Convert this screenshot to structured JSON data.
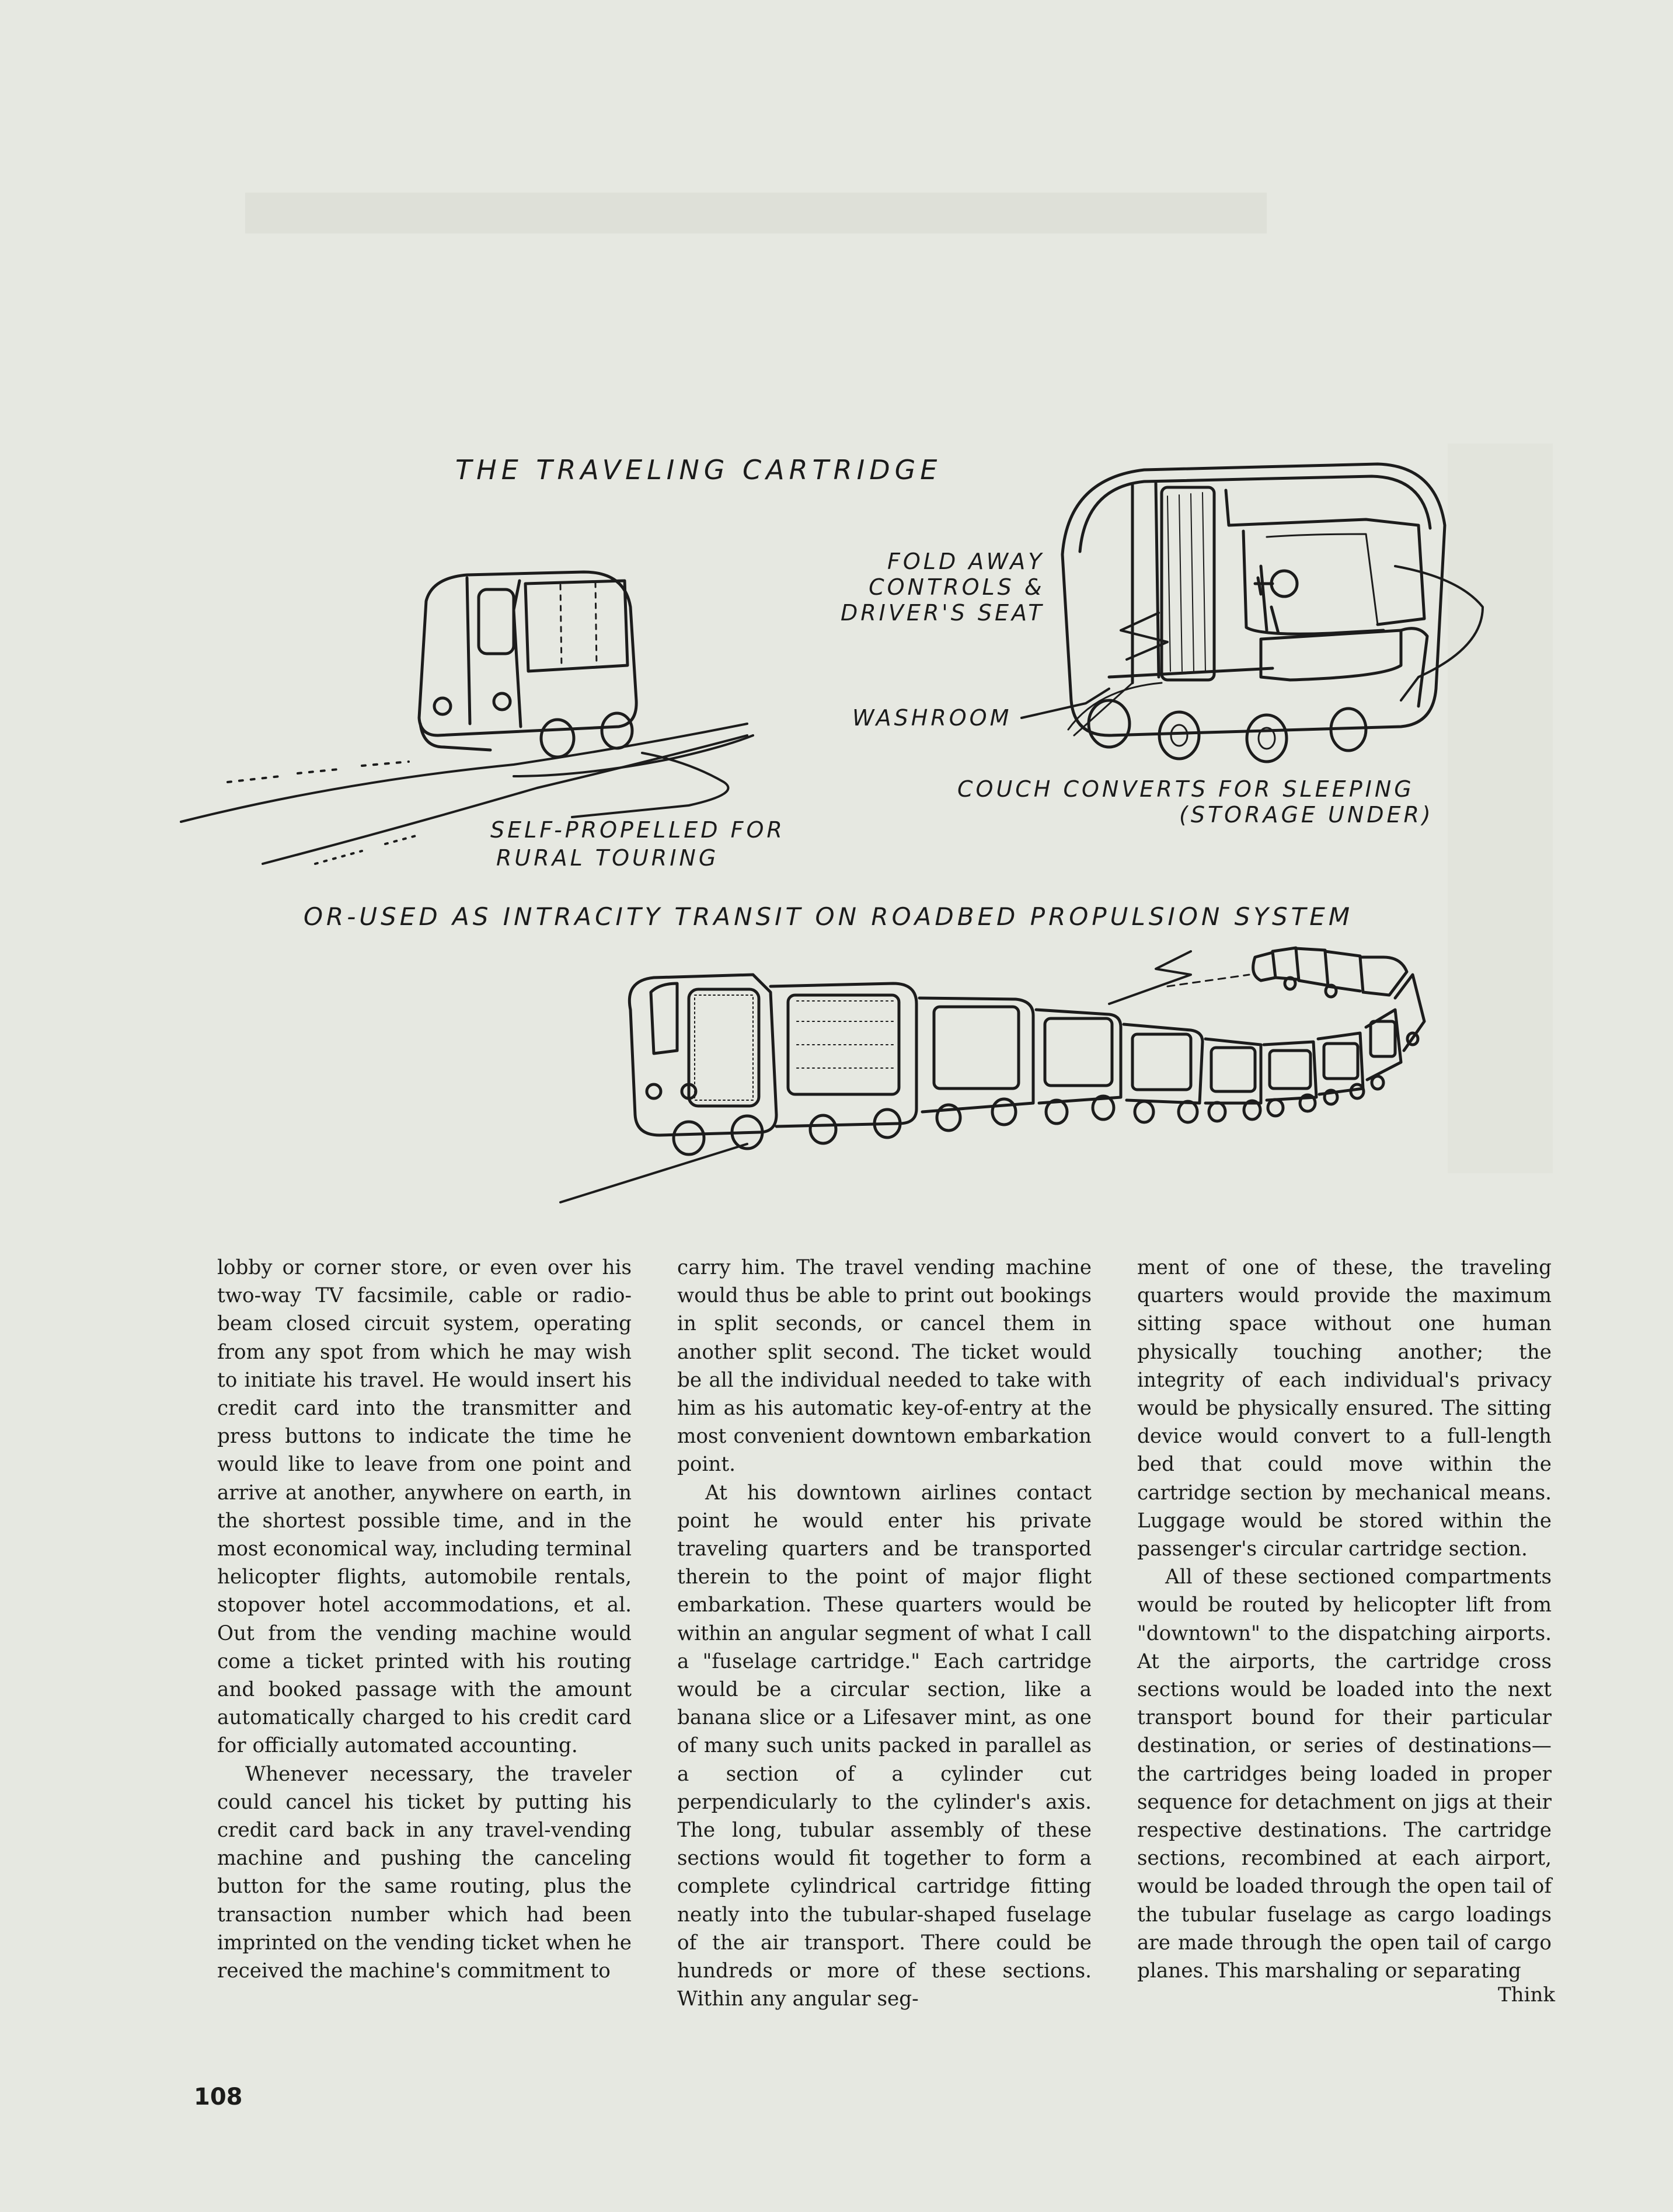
{
  "illustration": {
    "title": "THE TRAVELING CARTRIDGE",
    "labels": {
      "fold_away": [
        "FOLD AWAY",
        "CONTROLS &",
        "DRIVER'S SEAT"
      ],
      "washroom": "WASHROOM",
      "couch": [
        "COUCH CONVERTS FOR SLEEPING",
        "(STORAGE UNDER)"
      ],
      "self_propelled": [
        "SELF-PROPELLED FOR",
        "RURAL TOURING"
      ],
      "intracity": "OR-USED AS INTRACITY TRANSIT ON ROADBED PROPULSION SYSTEM"
    }
  },
  "article": {
    "column_1": [
      "lobby or corner store, or even over his two-way TV facsimile, cable or radio-beam closed circuit system, operating from any spot from which he may wish to initiate his travel. He would insert his credit card into the transmitter and press buttons to indicate the time he would like to leave from one point and arrive at another, anywhere on earth, in the shortest possible time, and in the most economical way, including terminal helicopter flights, automobile rentals, stopover hotel accommodations, et al. Out from the vending machine would come a ticket printed with his routing and booked passage with the amount automatically charged to his credit card for officially automated accounting.",
      "Whenever necessary, the traveler could cancel his ticket by putting his credit card back in any travel-vending machine and pushing the canceling button for the same routing, plus the transaction number which had been imprinted on the vending ticket when he received the machine's commitment to"
    ],
    "column_2": [
      "carry him. The travel vending machine would thus be able to print out bookings in split seconds, or cancel them in another split second. The ticket would be all the individual needed to take with him as his automatic key-of-entry at the most convenient downtown embarkation point.",
      "At his downtown airlines contact point he would enter his private traveling quarters and be transported therein to the point of major flight embarkation. These quarters would be within an angular segment of what I call a \"fuselage cartridge.\" Each cartridge would be a circular section, like a banana slice or a Lifesaver mint, as one of many such units packed in parallel as a section of a cylinder cut perpendicularly to the cylinder's axis. The long, tubular assembly of these sections would fit together to form a complete cylindrical cartridge fitting neatly into the tubular-shaped fuselage of the air transport. There could be hundreds or more of these sections. Within any angular seg-"
    ],
    "column_3": [
      "ment of one of these, the traveling quarters would provide the maximum sitting space without one human physically touching another; the integrity of each individual's privacy would be physically ensured. The sitting device would convert to a full-length bed that could move within the cartridge section by mechanical means. Luggage would be stored within the passenger's circular cartridge section.",
      "All of these sectioned compartments would be routed by helicopter lift from \"downtown\" to the dispatching airports. At the airports, the cartridge cross sections would be loaded into the next transport bound for their particular destination, or series of destinations—the cartridges being loaded in proper sequence for detachment on jigs at their respective destinations. The cartridge sections, recombined at each airport, would be loaded through the open tail of the tubular fuselage as cargo loadings are made through the open tail of cargo planes. This marshaling or separating"
    ]
  },
  "continued": "Think",
  "page_number": "108"
}
